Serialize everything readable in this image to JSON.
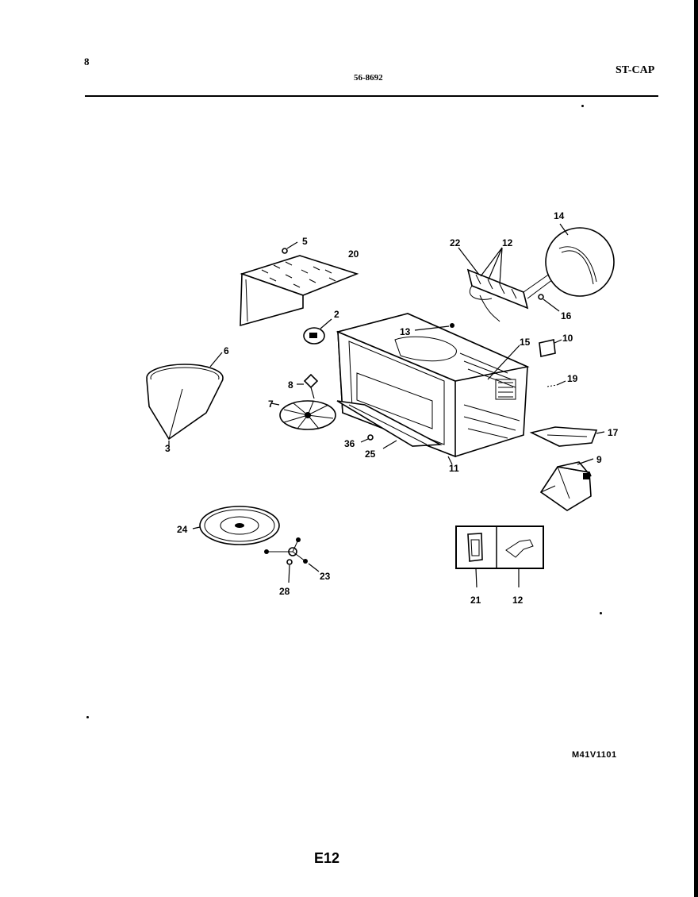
{
  "header": {
    "page_number": "8",
    "model": "56-8692",
    "code": "ST-CAP"
  },
  "diagram": {
    "callouts": [
      "14",
      "22",
      "12",
      "5",
      "20",
      "2",
      "13",
      "16",
      "10",
      "15",
      "6",
      "19",
      "8",
      "7",
      "36",
      "25",
      "11",
      "3",
      "17",
      "9",
      "24",
      "23",
      "28",
      "21",
      "12"
    ]
  },
  "footer": {
    "reference_code": "M41V1101",
    "page_label": "E12"
  }
}
